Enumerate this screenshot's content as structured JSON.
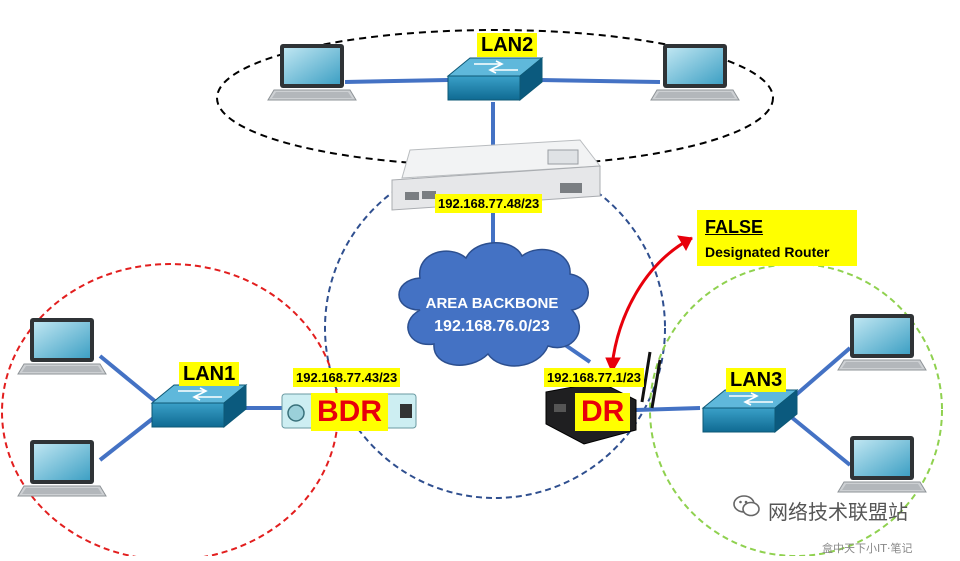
{
  "areas": {
    "lan2": {
      "label": "LAN2"
    },
    "lan1": {
      "label": "LAN1"
    },
    "lan3": {
      "label": "LAN3"
    }
  },
  "core": {
    "ip": "192.168.77.48/23"
  },
  "backbone": {
    "line1": "AREA BACKBONE",
    "line2": "192.168.76.0/23"
  },
  "bdr": {
    "ip": "192.168.77.43/23",
    "role": "BDR"
  },
  "dr": {
    "ip": "192.168.77.1/23",
    "role": "DR"
  },
  "callout": {
    "title": "FALSE",
    "subtitle": "Designated Router"
  },
  "watermark": {
    "text": "网络技术联盟站",
    "sub": "盒中天下小IT·笔记"
  },
  "colors": {
    "link": "#4472c4",
    "lan2_ring": "#000000",
    "backbone_ring": "#2f4f8f",
    "lan1_ring": "#e21e1e",
    "lan3_ring": "#8fd14f",
    "cloud": "#4472c4",
    "label_bg": "#ffff00",
    "role_text": "#e8000b",
    "arrow": "#e8000b"
  }
}
